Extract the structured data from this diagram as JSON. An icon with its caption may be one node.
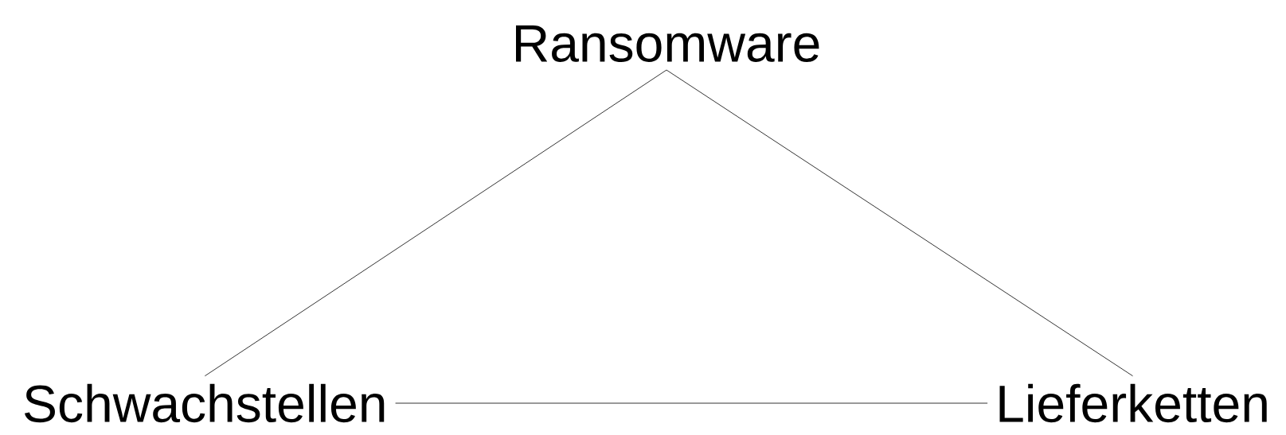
{
  "diagram": {
    "nodes": [
      {
        "text": [
          "Ransomware"
        ]
      },
      {
        "text": [
          "Schwachstellen"
        ]
      },
      {
        "text": [
          "Lieferketten"
        ]
      }
    ],
    "edges": [
      {
        "from": 0,
        "to": 1,
        "arrow": "none"
      },
      {
        "from": 0,
        "to": 2,
        "arrow": "none"
      },
      {
        "from": 1,
        "to": 2,
        "arrow": "none"
      }
    ]
  }
}
